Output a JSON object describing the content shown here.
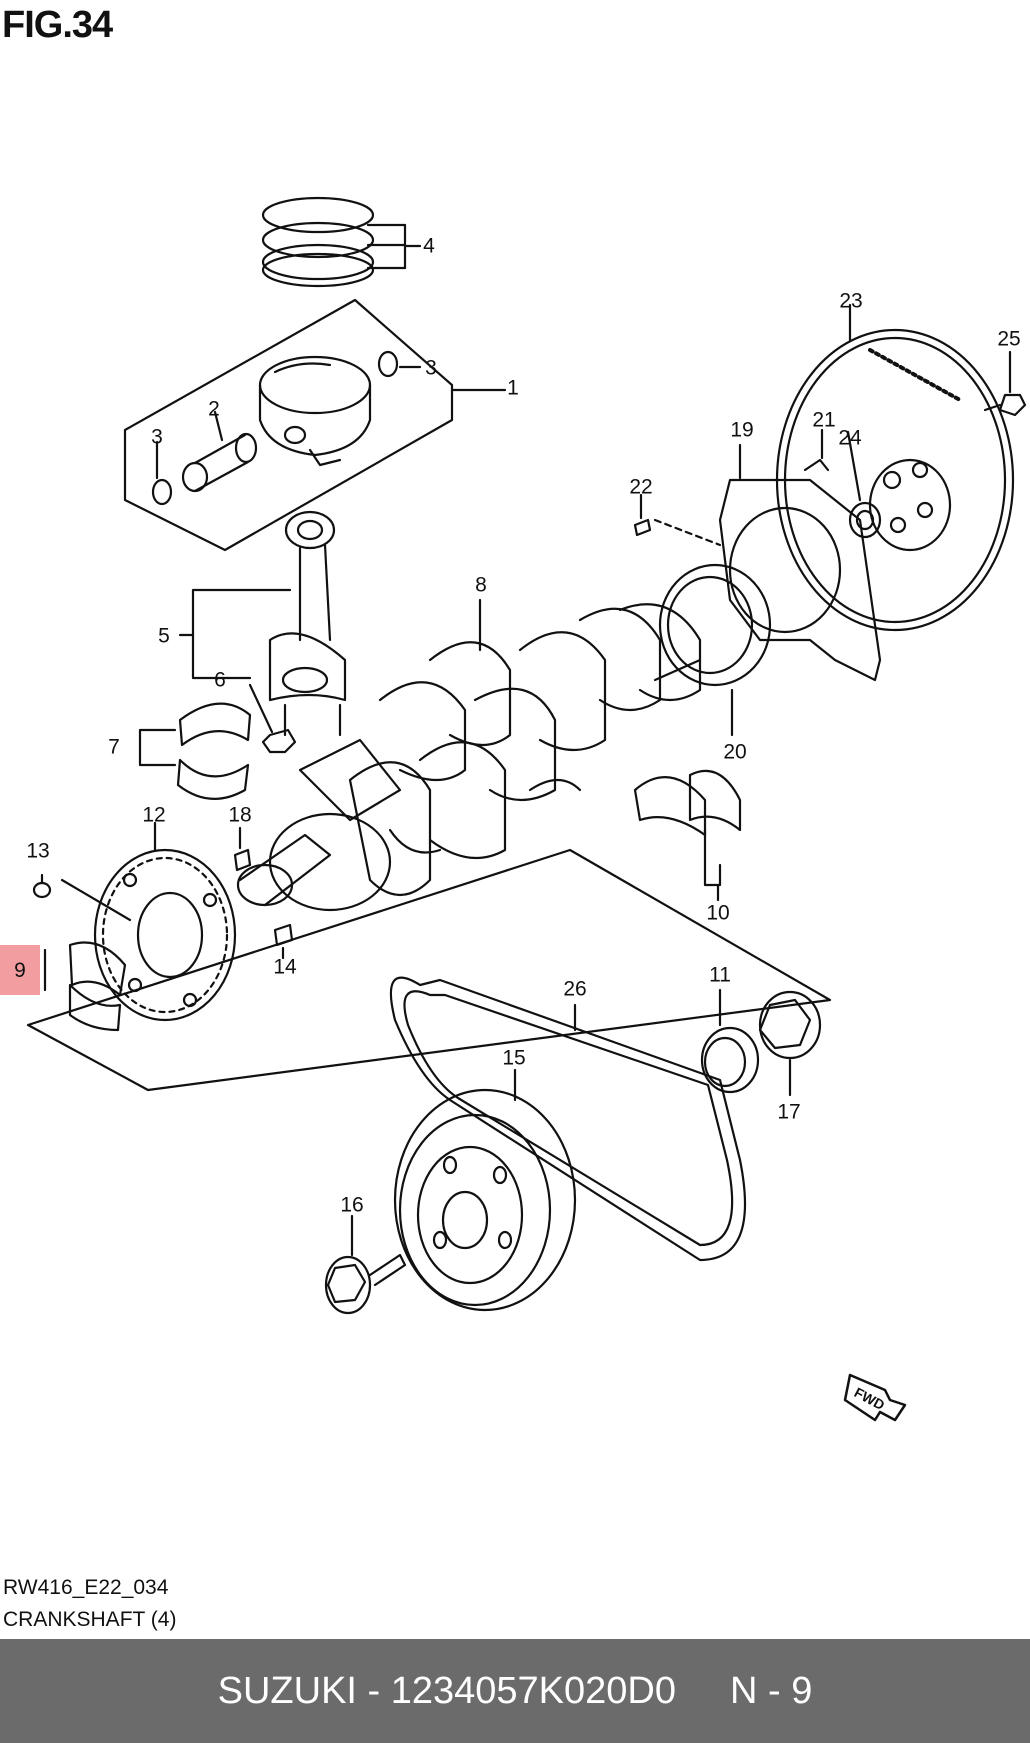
{
  "figure": {
    "label": "FIG.34",
    "code": "RW416_E22_034",
    "name": "CRANKSHAFT (4)"
  },
  "callouts": [
    {
      "id": "c1",
      "text": "1"
    },
    {
      "id": "c2",
      "text": "2"
    },
    {
      "id": "c3a",
      "text": "3"
    },
    {
      "id": "c3b",
      "text": "3"
    },
    {
      "id": "c4",
      "text": "4"
    },
    {
      "id": "c5",
      "text": "5"
    },
    {
      "id": "c6",
      "text": "6"
    },
    {
      "id": "c7",
      "text": "7"
    },
    {
      "id": "c8",
      "text": "8"
    },
    {
      "id": "c9",
      "text": "9"
    },
    {
      "id": "c10",
      "text": "10"
    },
    {
      "id": "c11",
      "text": "11"
    },
    {
      "id": "c12",
      "text": "12"
    },
    {
      "id": "c13",
      "text": "13"
    },
    {
      "id": "c14",
      "text": "14"
    },
    {
      "id": "c15",
      "text": "15"
    },
    {
      "id": "c16",
      "text": "16"
    },
    {
      "id": "c17",
      "text": "17"
    },
    {
      "id": "c18",
      "text": "18"
    },
    {
      "id": "c19",
      "text": "19"
    },
    {
      "id": "c20",
      "text": "20"
    },
    {
      "id": "c21",
      "text": "21"
    },
    {
      "id": "c22",
      "text": "22"
    },
    {
      "id": "c23",
      "text": "23"
    },
    {
      "id": "c24",
      "text": "24"
    },
    {
      "id": "c25",
      "text": "25"
    },
    {
      "id": "c26",
      "text": "26"
    }
  ],
  "highlighted_callout": "9",
  "fwd_marker": "FWD",
  "footer": {
    "brand_part": "SUZUKI - 1234057K020D0",
    "position": "N - 9"
  },
  "colors": {
    "highlight": "#f29ea0",
    "footer_bg": "#6b6b6b",
    "footer_text": "#ffffff",
    "line": "#111111"
  }
}
